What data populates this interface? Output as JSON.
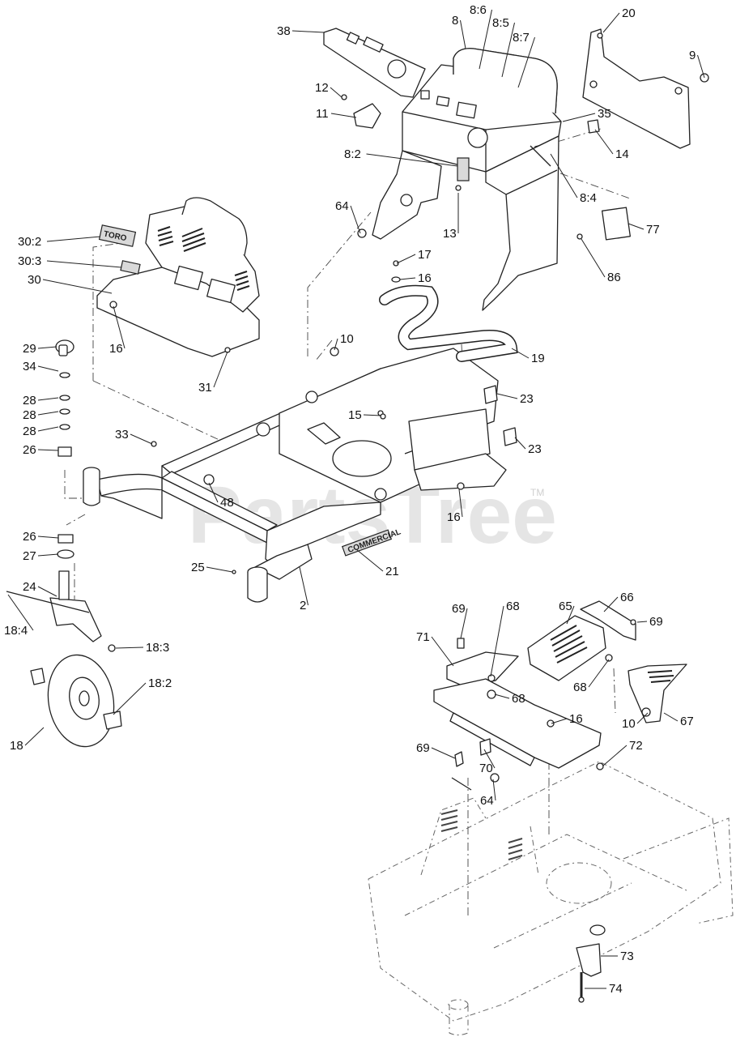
{
  "watermark": {
    "text": "PartsTree",
    "trademark": "TM"
  },
  "decals": {
    "brand": "TORO",
    "model": "COMMERCIAL"
  },
  "callouts": [
    "38",
    "8",
    "8:6",
    "8:5",
    "8:7",
    "20",
    "9",
    "12",
    "11",
    "35",
    "14",
    "8:2",
    "8:4",
    "64",
    "13",
    "77",
    "86",
    "30:2",
    "30:3",
    "30",
    "16",
    "17",
    "16",
    "10",
    "19",
    "29",
    "34",
    "28",
    "28",
    "28",
    "26",
    "31",
    "23",
    "15",
    "23",
    "33",
    "48",
    "16",
    "26",
    "27",
    "21",
    "25",
    "2",
    "24",
    "18:4",
    "18:3",
    "18:2",
    "18",
    "69",
    "68",
    "65",
    "66",
    "69",
    "71",
    "68",
    "68",
    "67",
    "10",
    "16",
    "69",
    "70",
    "72",
    "64",
    "73",
    "74"
  ]
}
